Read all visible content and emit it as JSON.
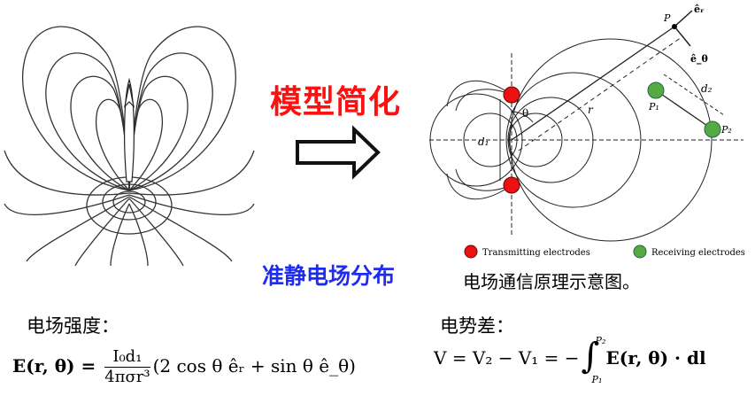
{
  "titles": {
    "simplify": "模型简化",
    "field_distribution": "准静电场分布",
    "caption": "电场通信原理示意图。"
  },
  "labels": {
    "field_strength": "电场强度：",
    "potential_diff": "电势差："
  },
  "formula_left": {
    "lhs": "E(r, θ) = ",
    "num": "I₀d₁",
    "den": "4πσr³",
    "rhs": "(2 cos θ êᵣ + sin θ ê_θ)"
  },
  "formula_right": {
    "text": "V = V₂ − V₁ = −",
    "upper": "P₂",
    "lower": "P₁",
    "integrand": "E(r, θ) · dl"
  },
  "diagram": {
    "P": "P",
    "er": "êᵣ",
    "etheta": "ê_θ",
    "r": "r",
    "theta": "θ",
    "d1": "d₁",
    "d2": "d₂",
    "P1": "P₁",
    "P2": "P₂"
  },
  "legend": {
    "transmitting": "Transmitting electrodes",
    "receiving": "Receiving electrodes"
  },
  "colors": {
    "red_title": "#ff1010",
    "blue_title": "#1f2cf0",
    "transmit": "#ee1111",
    "receive": "#55aa44"
  }
}
